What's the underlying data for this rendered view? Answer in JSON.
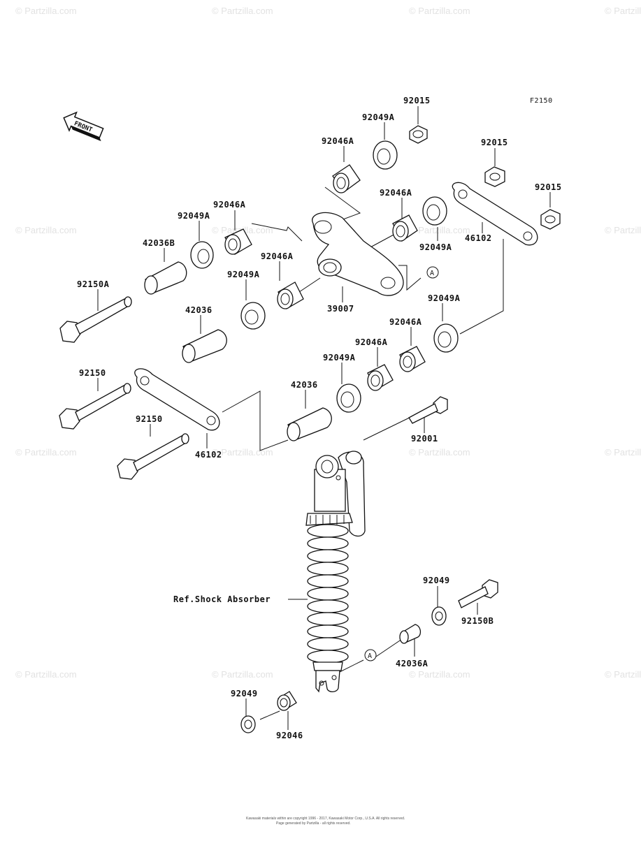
{
  "diagram_code": "F2150",
  "front_label": "FRONT",
  "watermark": "© Partzilla.com",
  "labels": {
    "l92015_top": "92015",
    "l92049A_1": "92049A",
    "l92046A_1": "92046A",
    "l92015_2": "92015",
    "l92015_3": "92015",
    "l92046A_2": "92046A",
    "l92049A_2": "92049A",
    "l46102_top": "46102",
    "l92046A_3": "92046A",
    "l92049A_3": "92049A",
    "l42036B": "42036B",
    "l92150A": "92150A",
    "l92049A_4": "92049A",
    "l92046A_4": "92046A",
    "l39007": "39007",
    "l42036_1": "42036",
    "l92049A_5": "92049A",
    "l92046A_5": "92046A",
    "l92046A_6": "92046A",
    "l92049A_6": "92049A",
    "l92150_1": "92150",
    "l92150_2": "92150",
    "l42036_2": "42036",
    "l46102_bot": "46102",
    "l92001": "92001",
    "l92049": "92049",
    "l92150B": "92150B",
    "l42036A": "42036A",
    "l92049_b": "92049",
    "l92046": "92046",
    "ref_shock": "Ref.Shock Absorber",
    "callout_a": "A"
  },
  "footer": {
    "line1": "Kawasaki materials within are copyright 1996 - 2017, Kawasaki Motor Corp., U.S.A. All rights reserved.",
    "line2": "Page generated by Partzilla - all rights reserved."
  }
}
